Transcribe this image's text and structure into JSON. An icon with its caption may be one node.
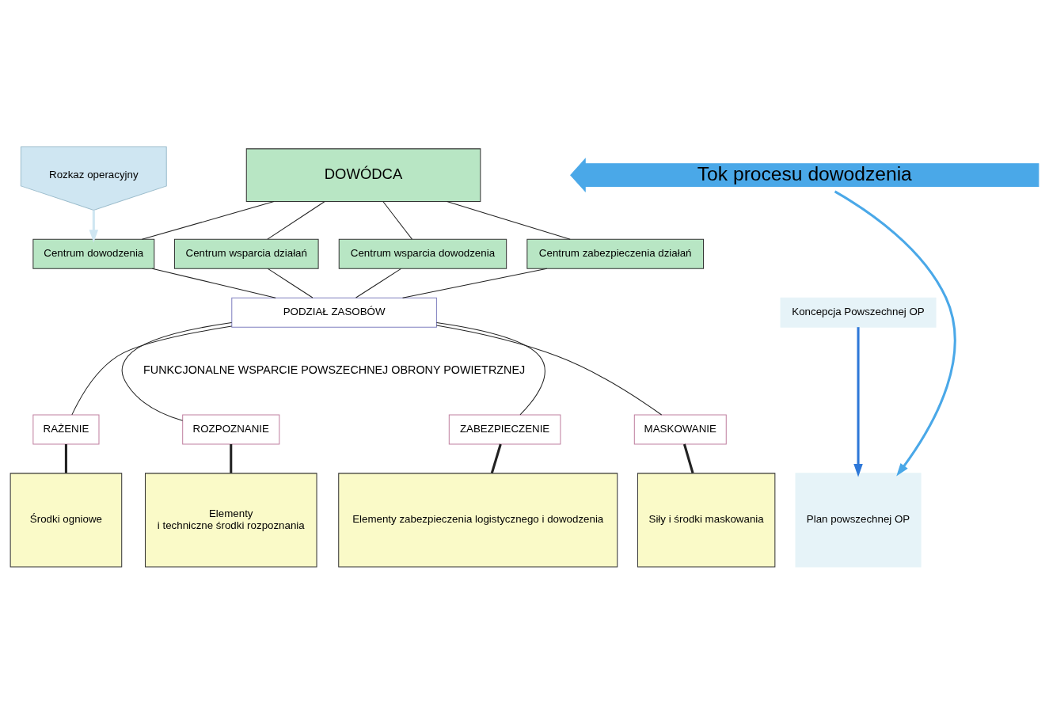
{
  "diagram": {
    "nodes": [
      {
        "text": [
          "Rozkaz operacyjny"
        ]
      },
      {
        "text": [
          "DOWÓDCA"
        ]
      },
      {
        "text": [
          "Centrum dowodzenia"
        ]
      },
      {
        "text": [
          "Centrum wsparcia działań"
        ]
      },
      {
        "text": [
          "Centrum wsparcia dowodzenia"
        ]
      },
      {
        "text": [
          "Centrum zabezpieczenia działań"
        ]
      },
      {
        "text": [
          "PODZIAŁ ZASOBÓW"
        ]
      },
      {
        "text": [
          "Koncepcja Powszechnej OP"
        ]
      },
      {
        "text": [
          "Plan powszechnej OP"
        ]
      },
      {
        "text": [
          "RAŻENIE"
        ]
      },
      {
        "text": [
          "ROZPOZNANIE"
        ]
      },
      {
        "text": [
          "ZABEZPIECZENIE"
        ]
      },
      {
        "text": [
          "MASKOWANIE"
        ]
      },
      {
        "text": [
          "Środki ogniowe"
        ]
      },
      {
        "text": [
          "Elementy",
          "i techniczne środki rozpoznania"
        ]
      },
      {
        "text": [
          "Elementy zabezpieczenia logistycznego i dowodzenia"
        ]
      },
      {
        "text": [
          "Siły i środki maskowania"
        ]
      },
      {
        "text": [
          "Tok procesu dowodzenia"
        ]
      }
    ],
    "edges": [
      {
        "from": 0,
        "to": 2,
        "arrow": "to",
        "color": "#cfe6f2",
        "style": "thick"
      },
      {
        "from": 1,
        "to": 2,
        "arrow": "none"
      },
      {
        "from": 1,
        "to": 3,
        "arrow": "none"
      },
      {
        "from": 1,
        "to": 4,
        "arrow": "none"
      },
      {
        "from": 1,
        "to": 5,
        "arrow": "none"
      },
      {
        "from": 2,
        "to": 6,
        "arrow": "none"
      },
      {
        "from": 3,
        "to": 6,
        "arrow": "none"
      },
      {
        "from": 4,
        "to": 6,
        "arrow": "none"
      },
      {
        "from": 5,
        "to": 6,
        "arrow": "none"
      },
      {
        "from": 6,
        "to": 9,
        "arrow": "none"
      },
      {
        "from": 6,
        "to": 10,
        "arrow": "none"
      },
      {
        "from": 6,
        "to": 11,
        "arrow": "none"
      },
      {
        "from": 6,
        "to": 12,
        "arrow": "none"
      },
      {
        "from": 7,
        "to": 8,
        "arrow": "to",
        "style": "thick",
        "color": "#2e78d8"
      },
      {
        "from": 9,
        "to": 13,
        "arrow": "none",
        "style": "thick"
      },
      {
        "from": 10,
        "to": 14,
        "arrow": "none",
        "style": "thick"
      },
      {
        "from": 11,
        "to": 15,
        "arrow": "none",
        "style": "thick"
      },
      {
        "from": 12,
        "to": 16,
        "arrow": "none",
        "style": "thick"
      },
      {
        "from": 17,
        "to": 8,
        "arrow": "to",
        "style": "thick",
        "color": "#4aa8e8"
      }
    ],
    "labels": [
      "FUNKCJONALNE WSPARCIE POWSZECHNEJ OBRONY POWIETRZNEJ"
    ]
  }
}
